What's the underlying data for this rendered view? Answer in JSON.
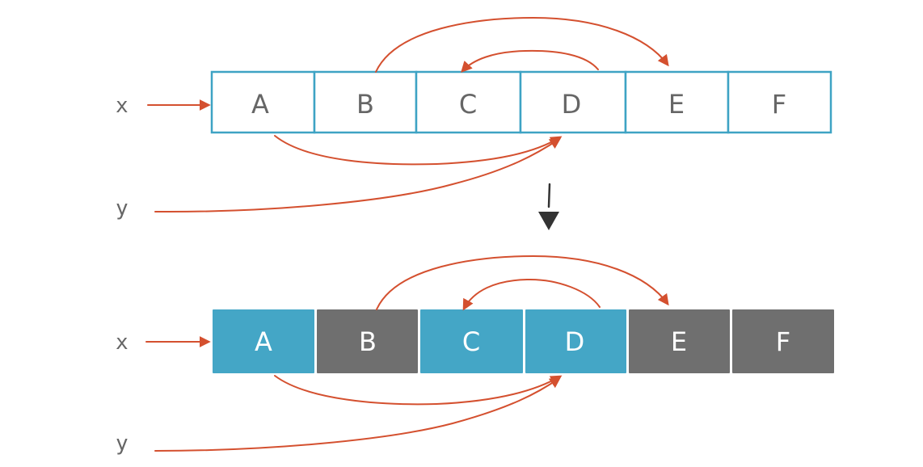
{
  "diagram": {
    "top_array": {
      "pointer_x_label": "x",
      "pointer_y_label": "y",
      "cells": [
        "A",
        "B",
        "C",
        "D",
        "E",
        "F"
      ]
    },
    "bottom_array": {
      "pointer_x_label": "x",
      "pointer_y_label": "y",
      "cells": [
        {
          "label": "A",
          "state": "marked"
        },
        {
          "label": "B",
          "state": "unmarked"
        },
        {
          "label": "C",
          "state": "marked"
        },
        {
          "label": "D",
          "state": "marked"
        },
        {
          "label": "E",
          "state": "unmarked"
        },
        {
          "label": "F",
          "state": "unmarked"
        }
      ]
    },
    "colors": {
      "marked": "#44a6c6",
      "unmarked": "#6f6f6f",
      "outline": "#3ea3c4",
      "arrow": "#d4502f",
      "label": "#666666"
    }
  }
}
